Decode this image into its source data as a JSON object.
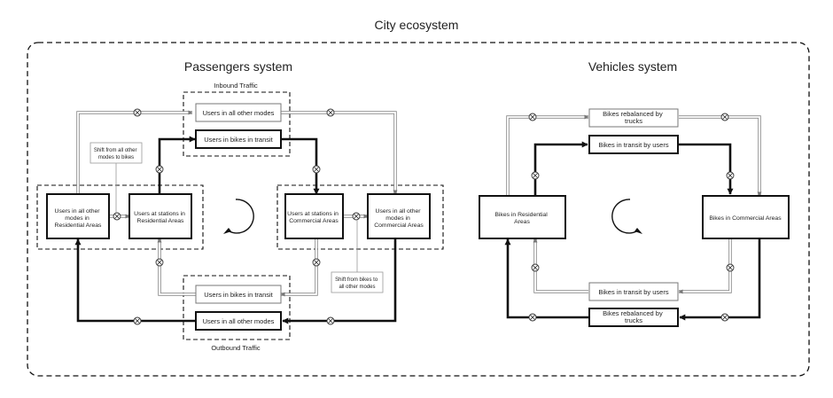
{
  "title": "City ecosystem",
  "passengers": {
    "title": "Passengers system",
    "inbound_label": "Inbound Traffic",
    "outbound_label": "Outbound Traffic",
    "nodes": {
      "in_other_modes": "Users in all other modes",
      "in_bikes_transit_top": "Users in bikes in transit",
      "res_other_modes": [
        "Users in all other",
        "modes in",
        "Residential Areas"
      ],
      "res_stations": [
        "Users at stations in",
        "Residential Areas"
      ],
      "com_stations": [
        "Users at stations in",
        "Commercial Areas"
      ],
      "com_other_modes": [
        "Users in all other",
        "modes in",
        "Commercial Areas"
      ],
      "out_bikes_transit": "Users in bikes in transit",
      "out_other_modes": "Users in all other modes"
    },
    "notes": {
      "shift_to_bikes": [
        "Shift from all other",
        "modes to bikes"
      ],
      "shift_from_bikes": [
        "Shift from bikes to",
        "all other modes"
      ]
    }
  },
  "vehicles": {
    "title": "Vehicles system",
    "nodes": {
      "rebalanced_top": [
        "Bikes rebalanced by",
        "trucks"
      ],
      "transit_top": "Bikes in transit by users",
      "residential": [
        "Bikes in Residential",
        "Areas"
      ],
      "commercial": "Bikes in Commercial Areas",
      "transit_bottom": "Bikes in transit by users",
      "rebalanced_bottom": [
        "Bikes rebalanced by",
        "trucks"
      ]
    }
  }
}
